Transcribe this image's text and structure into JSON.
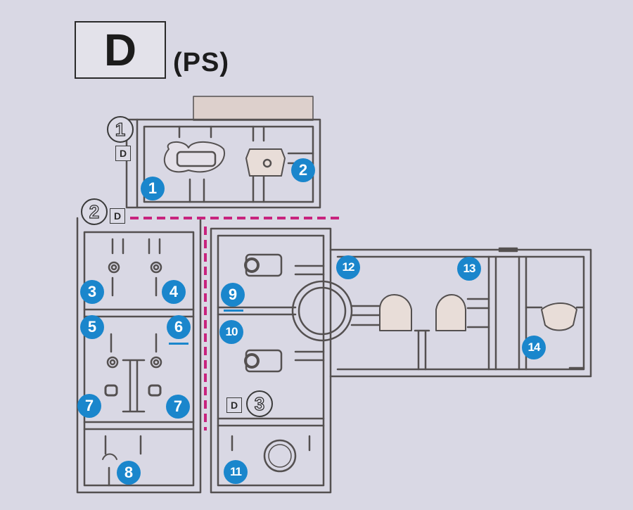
{
  "header": {
    "letter": "D",
    "material": "(PS)"
  },
  "frames": [
    {
      "id": "1",
      "tag": "D"
    },
    {
      "id": "2",
      "tag": "D"
    },
    {
      "id": "3",
      "tag": "D"
    }
  ],
  "callouts": [
    "1",
    "2",
    "3",
    "4",
    "5",
    "6",
    "7",
    "7",
    "8",
    "9",
    "10",
    "11",
    "12",
    "13",
    "14"
  ],
  "colors": {
    "background": "#d9d8e4",
    "runner": "#545050",
    "callout": "#1a86cc",
    "cut_line": "#c8237e",
    "tab_fill": "#ddd0cc"
  }
}
